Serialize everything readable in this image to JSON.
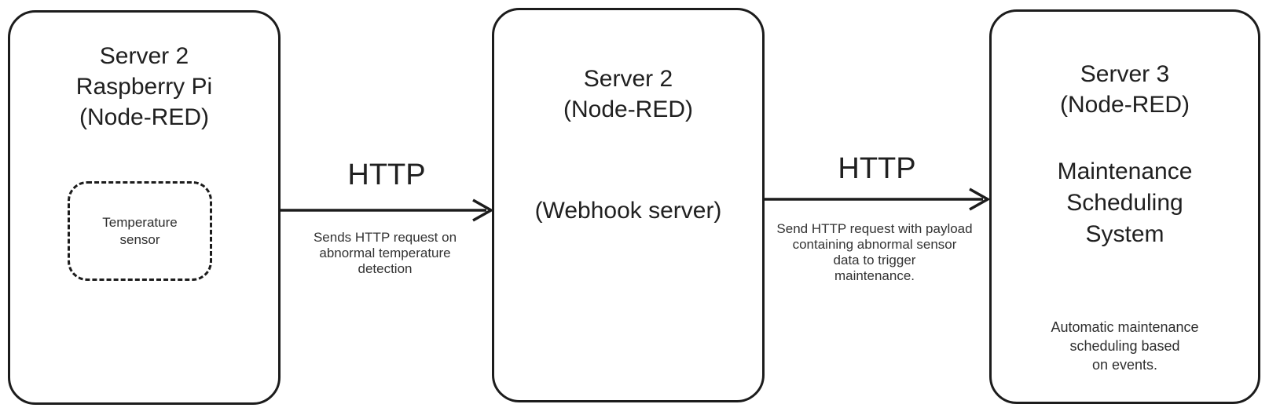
{
  "diagram": {
    "colors": {
      "stroke": "#1c1c1c",
      "text": "#202020",
      "background": "#ffffff"
    },
    "boxes": [
      {
        "id": "server2-raspberry-pi",
        "title_lines": [
          "Server 2",
          "Raspberry Pi",
          "(Node-RED)"
        ],
        "inner_node": {
          "id": "temperature-sensor",
          "label_lines": [
            "Temperature",
            "sensor"
          ]
        }
      },
      {
        "id": "server2-webhook",
        "title_lines": [
          "Server 2",
          "(Node-RED)"
        ],
        "subtitle": "(Webhook server)"
      },
      {
        "id": "server3-maintenance",
        "title_lines": [
          "Server 3",
          "(Node-RED)"
        ],
        "system_lines": [
          "Maintenance",
          "Scheduling",
          "System"
        ],
        "note_lines": [
          "Automatic maintenance",
          "scheduling based",
          "on events."
        ]
      }
    ],
    "arrows": [
      {
        "label": "HTTP",
        "from": "server2-raspberry-pi",
        "to": "server2-webhook",
        "description_lines": [
          "Sends HTTP request on",
          "abnormal temperature",
          "detection"
        ]
      },
      {
        "label": "HTTP",
        "from": "server2-webhook",
        "to": "server3-maintenance",
        "description_lines": [
          "Send HTTP request with payload",
          "containing abnormal sensor",
          "data to trigger",
          "maintenance."
        ]
      }
    ]
  }
}
